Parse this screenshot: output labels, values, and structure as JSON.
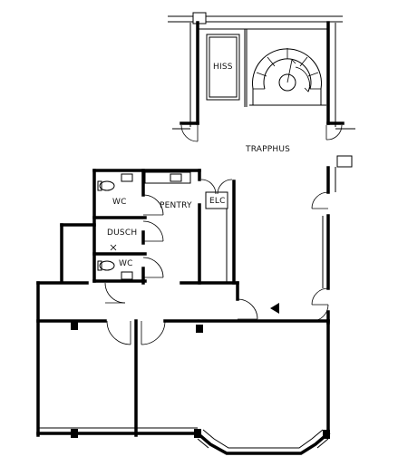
{
  "rooms": {
    "hiss": "HISS",
    "trapphus": "TRAPPHUS",
    "wc_upper": "WC",
    "pentry": "PENTRY",
    "elc": "ELC",
    "dusch": "DUSCH",
    "wc_lower": "WC"
  }
}
